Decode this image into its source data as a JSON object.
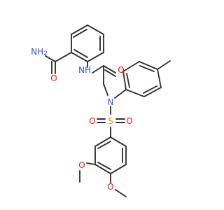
{
  "molecule": {
    "colors": {
      "carbon": "#333333",
      "nitrogen": "#3050F8",
      "oxygen": "#FF0D0D",
      "sulfur": "#C8A000"
    },
    "labels": {
      "amide_nh2": "NH2",
      "amide_o": "O",
      "anilide_nh": "NH",
      "acetamide_o": "O",
      "sulfonamide_n": "N",
      "sulfonyl_s": "S",
      "sulfonyl_o_left": "O",
      "sulfonyl_o_right": "O",
      "methoxy_o_3": "O",
      "methoxy_o_4": "O"
    }
  }
}
